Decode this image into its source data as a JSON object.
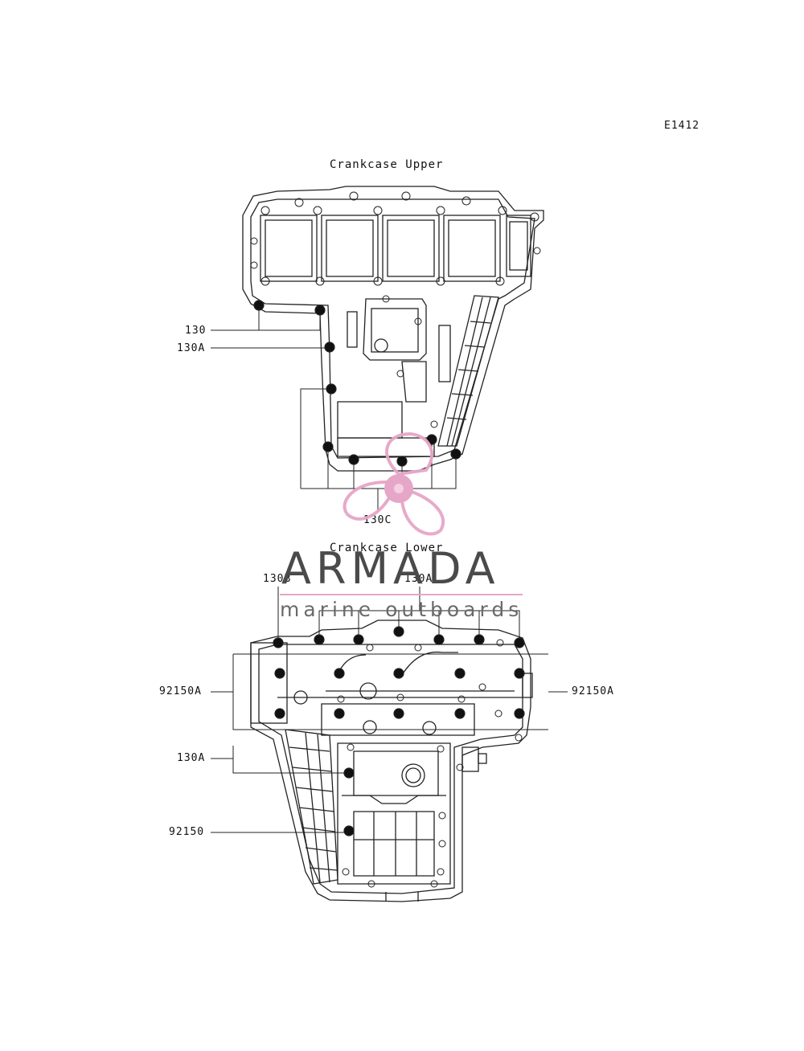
{
  "diagram_code": "E1412",
  "sections": {
    "upper": {
      "title": "Crankcase Upper"
    },
    "lower": {
      "title": "Crankcase Lower"
    }
  },
  "callouts": {
    "upper_130": "130",
    "upper_130A": "130A",
    "upper_130C": "130C",
    "lower_130B": "130B",
    "lower_130A_top": "130A",
    "lower_92150A_left": "92150A",
    "lower_92150A_right": "92150A",
    "lower_130A_left": "130A",
    "lower_92150": "92150"
  },
  "watermark": {
    "brand": "ARMADA",
    "tagline": "marine outboards",
    "accent_color": "#e6a6c7",
    "text_color": "#4a4a4a"
  }
}
